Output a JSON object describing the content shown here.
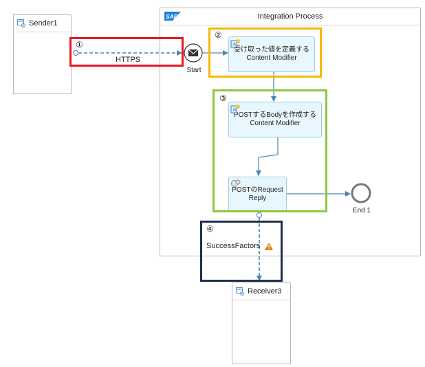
{
  "sender": {
    "label": "Sender1"
  },
  "receiver": {
    "label": "Receiver3"
  },
  "process": {
    "title": "Integration Process",
    "logo_text": "SAP"
  },
  "events": {
    "start_label": "Start",
    "end_label": "End 1"
  },
  "tasks": {
    "define_values": {
      "line1": "受け取った値を定義する",
      "line2": "Content Modifier"
    },
    "create_body": {
      "line1": "POSTするBodyを作成する",
      "line2": "Content Modifier"
    },
    "post_request": {
      "line1": "POSTのRequest",
      "line2": "Reply"
    }
  },
  "connections": {
    "https_label": "HTTPS",
    "sf_label": "SuccessFactors"
  },
  "highlights": [
    {
      "number": "①",
      "color": "#e8161c"
    },
    {
      "number": "②",
      "color": "#f5b800"
    },
    {
      "number": "③",
      "color": "#8cc63f"
    },
    {
      "number": "④",
      "color": "#1f2d4e"
    }
  ],
  "colors": {
    "flow": "#4a83b5",
    "warning": "#e87a00"
  }
}
